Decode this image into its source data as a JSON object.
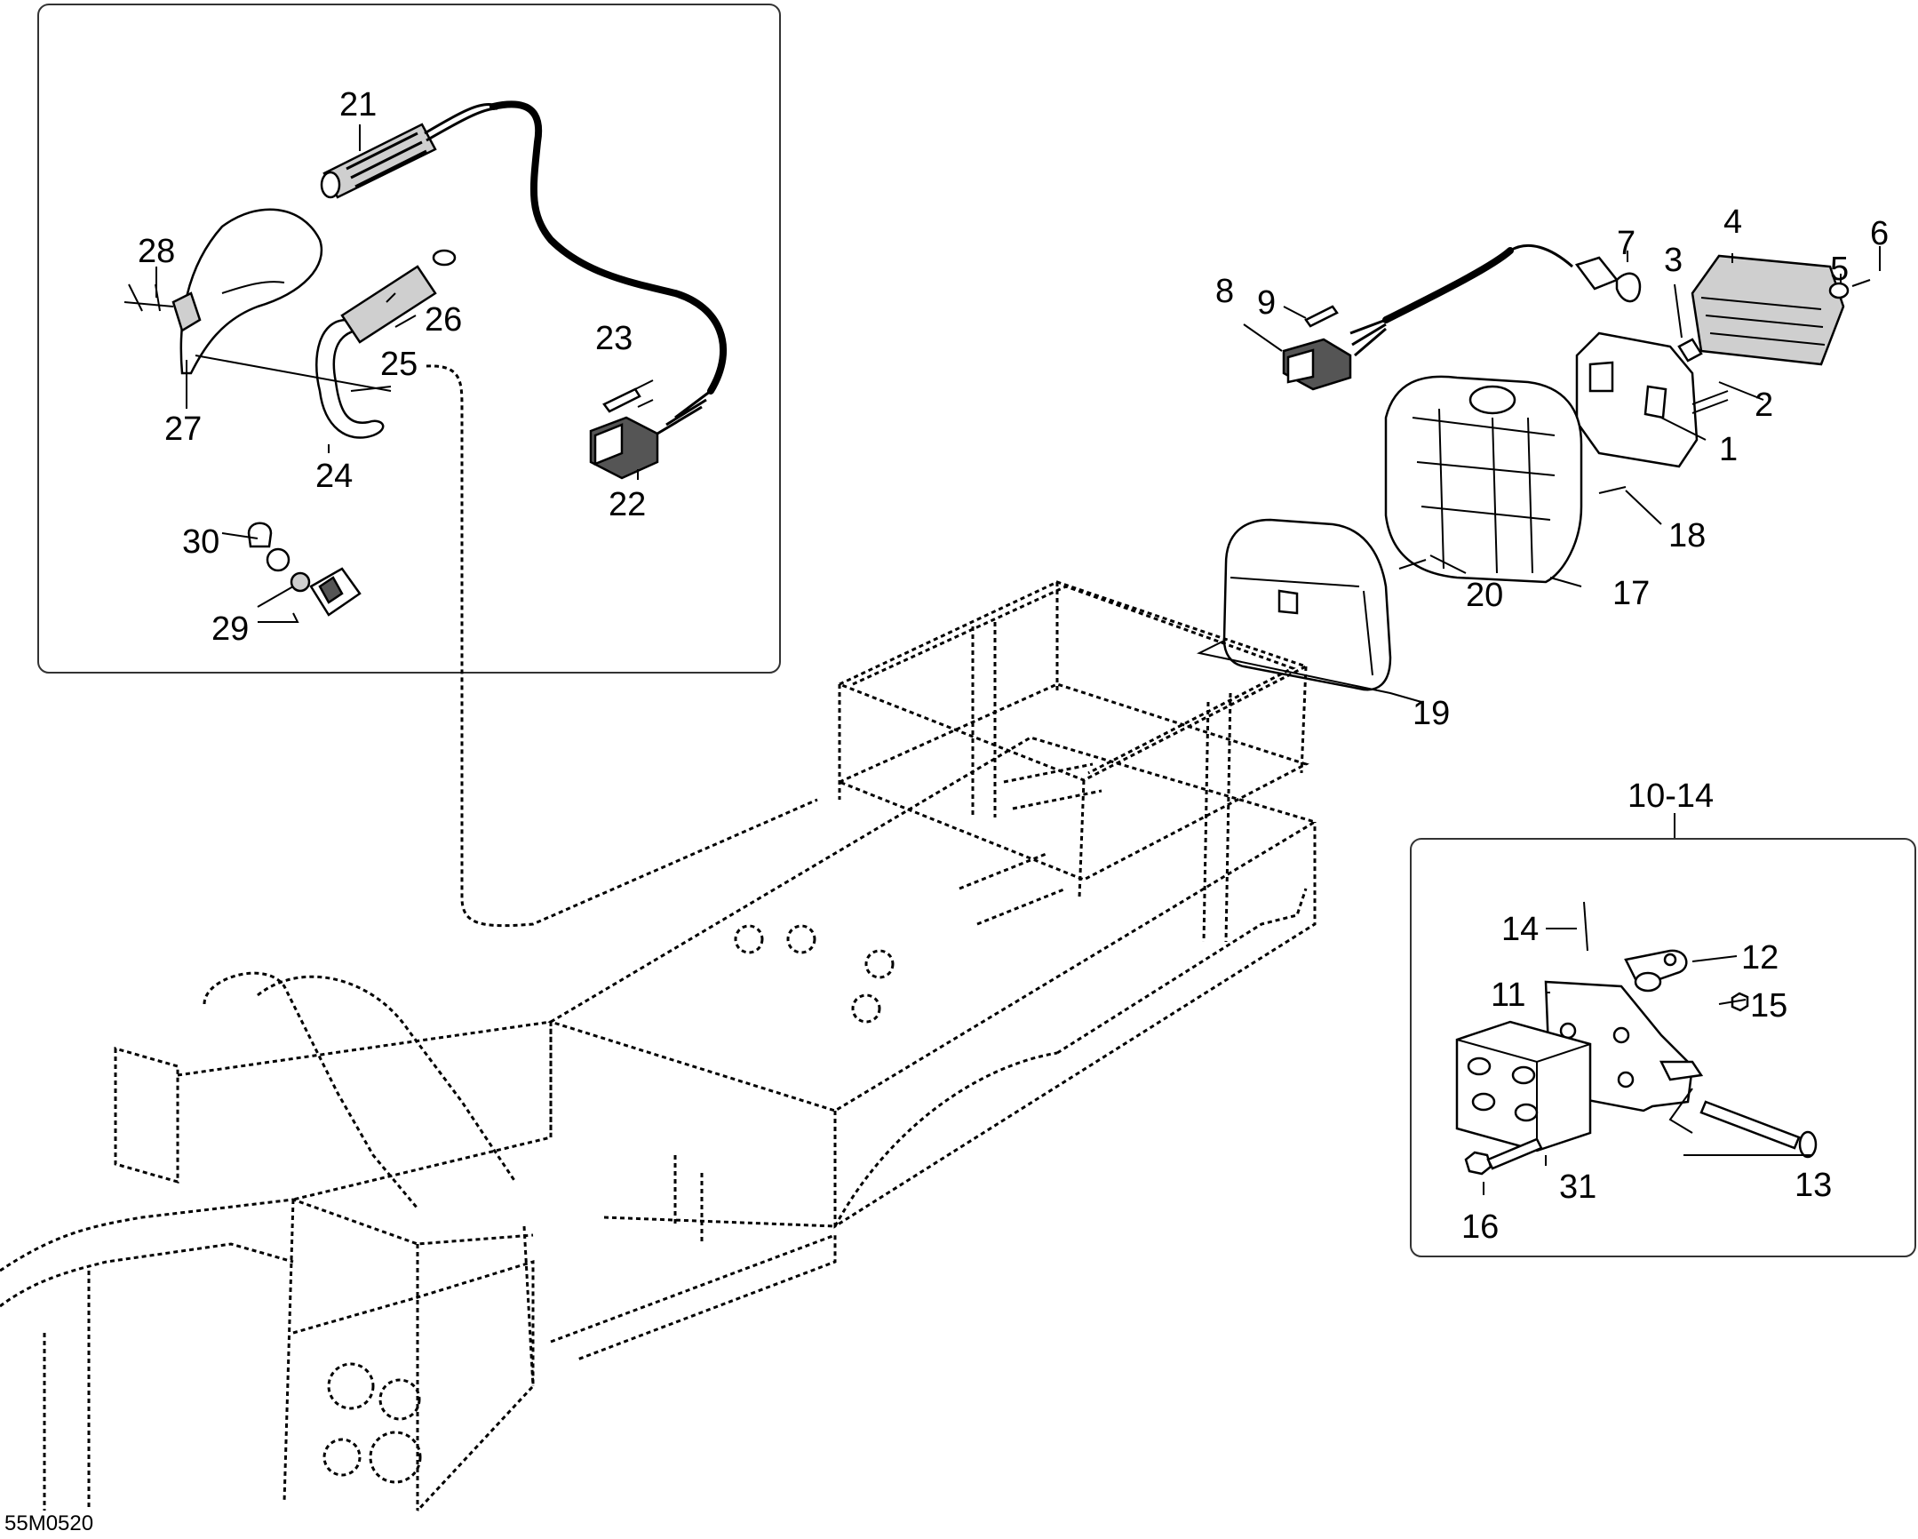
{
  "drawing_code": "55M0520",
  "colors": {
    "line": "#000000",
    "background": "#ffffff",
    "panel_border": "#333333",
    "part_fill": "#cfcfcf"
  },
  "labels": {
    "l1": "1",
    "l2": "2",
    "l3": "3",
    "l4": "4",
    "l5": "5",
    "l6": "6",
    "l7": "7",
    "l8": "8",
    "l9": "9",
    "l10_14": "10-14",
    "l11": "11",
    "l12": "12",
    "l13": "13",
    "l14": "14",
    "l15": "15",
    "l16": "16",
    "l17": "17",
    "l18": "18",
    "l19": "19",
    "l20": "20",
    "l21": "21",
    "l22": "22",
    "l23": "23",
    "l24": "24",
    "l25": "25",
    "l26": "26",
    "l27": "27",
    "l28": "28",
    "l29": "29",
    "l30": "30",
    "l31": "31"
  }
}
